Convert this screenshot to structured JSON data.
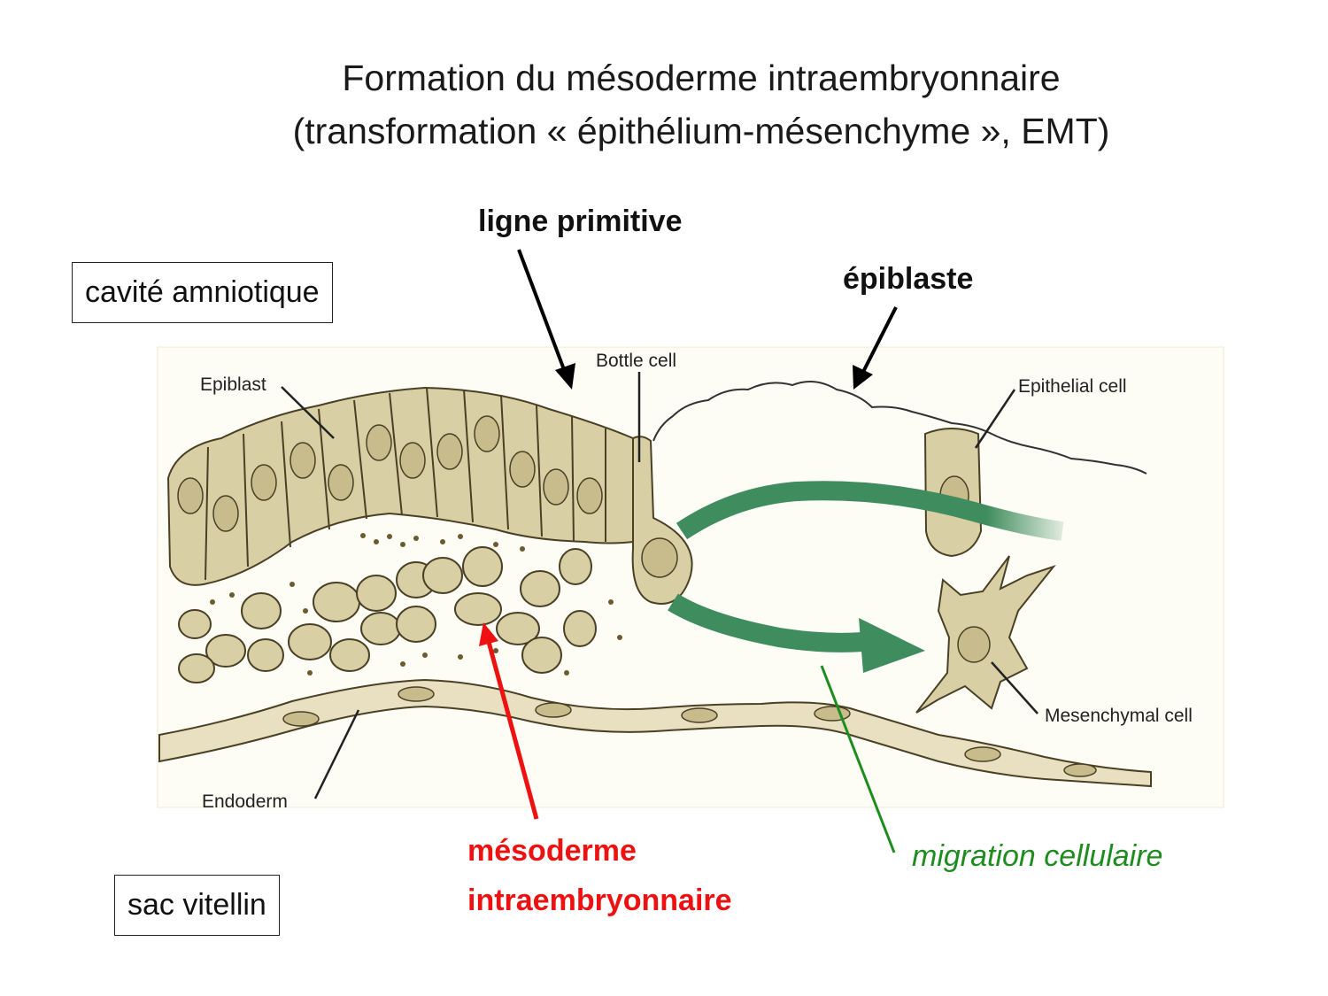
{
  "title": {
    "line1": "Formation du mésoderme intraembryonnaire",
    "line2": "(transformation « épithélium-mésenchyme », EMT)"
  },
  "annotations": {
    "ligne_primitive": "ligne primitive",
    "epiblaste": "épiblaste",
    "cavite_amniotique": "cavité amniotique",
    "sac_vitellin": "sac vitellin",
    "mesoderme_line1": "mésoderme",
    "mesoderme_line2": "intraembryonnaire",
    "migration": "migration cellulaire"
  },
  "figure_labels": {
    "epiblast": "Epiblast",
    "bottle_cell": "Bottle cell",
    "epithelial_cell": "Epithelial cell",
    "mesenchymal_cell": "Mesenchymal cell",
    "endoderm": "Endoderm"
  },
  "colors": {
    "cell_fill": "#d9cfa4",
    "cell_stroke": "#4a4026",
    "granule": "#6b5a2e",
    "arrow_green": "#3f8c5e",
    "annotation_red": "#ee1111",
    "annotation_green": "#1e8c1e",
    "figure_background": "#fdfcf5"
  }
}
